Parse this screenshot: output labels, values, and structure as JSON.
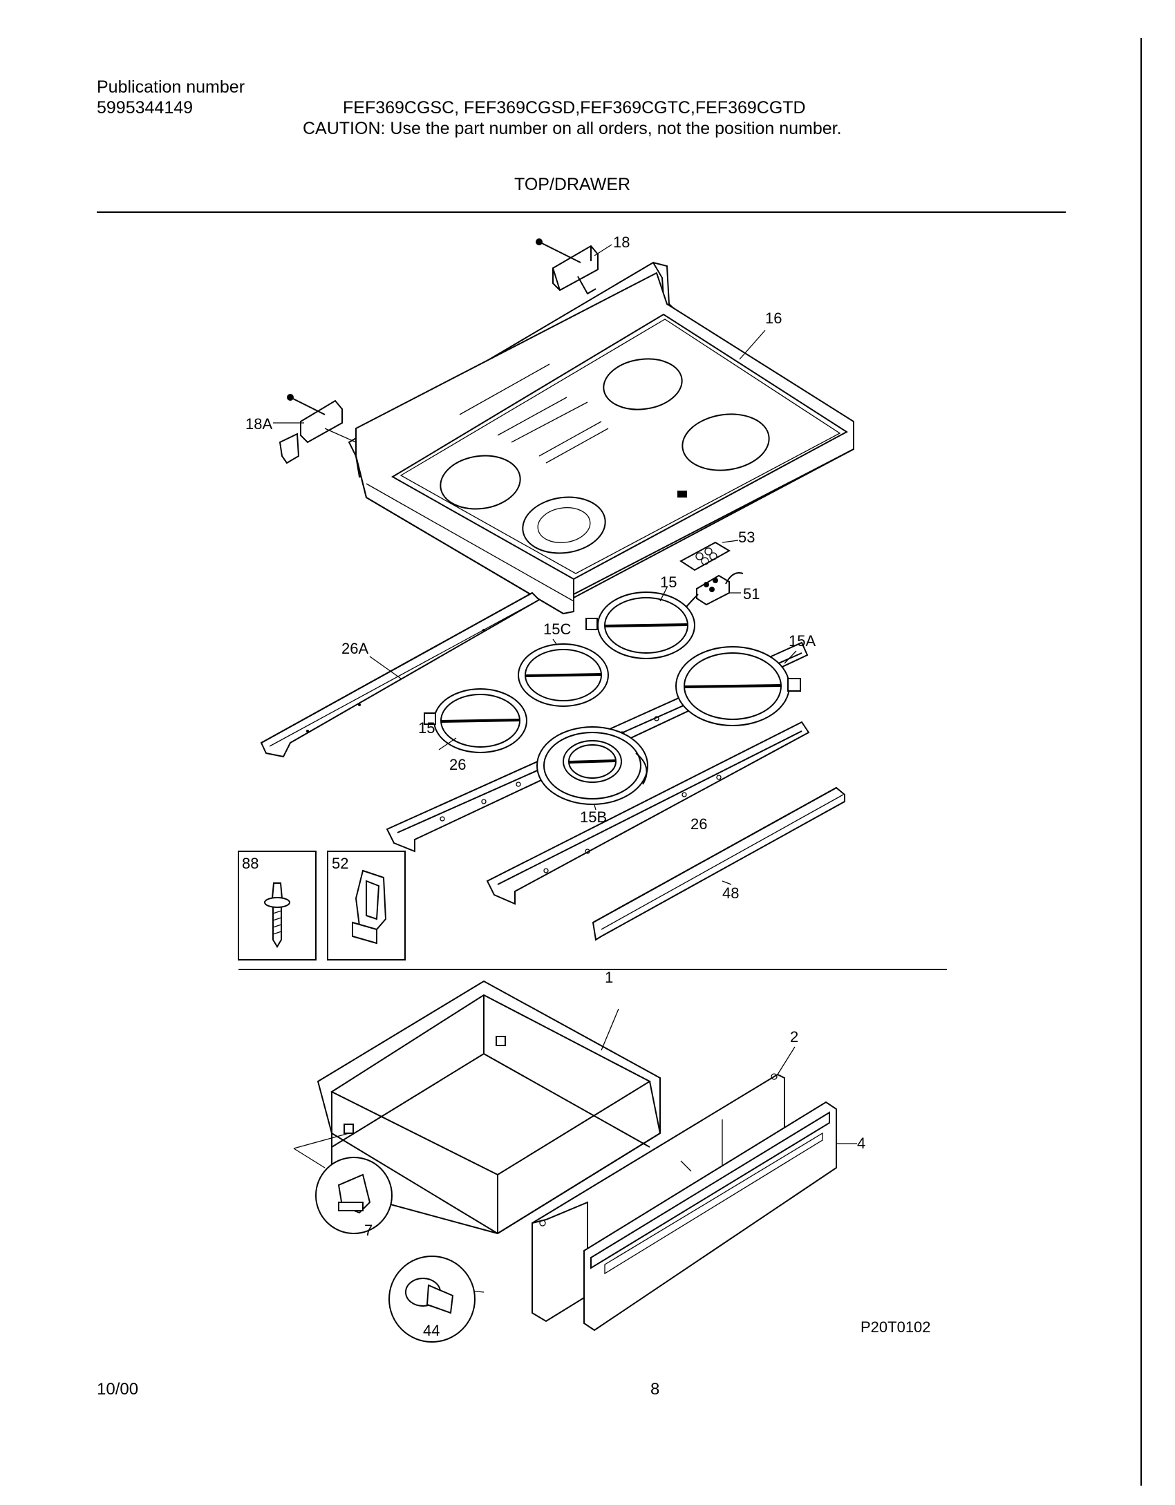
{
  "header": {
    "publication_label": "Publication number",
    "publication_number": "5995344149",
    "models": "FEF369CGSC, FEF369CGSD,FEF369CGTC,FEF369CGTD",
    "caution": "CAUTION:  Use the part number on all orders, not the position number.",
    "section_title": "TOP/DRAWER"
  },
  "callouts": {
    "p18": "18",
    "p18a": "18A",
    "p16": "16",
    "p53": "53",
    "p51": "51",
    "p15_top": "15",
    "p15c": "15C",
    "p15a": "15A",
    "p26a": "26A",
    "p15_left": "15",
    "p26_left": "26",
    "p15b": "15B",
    "p26_right": "26",
    "p48": "48",
    "p88": "88",
    "p52": "52",
    "p1": "1",
    "p2": "2",
    "p4": "4",
    "p7": "7",
    "p44": "44"
  },
  "drawing_code": "P20T0102",
  "footer": {
    "date": "10/00",
    "page": "8"
  }
}
